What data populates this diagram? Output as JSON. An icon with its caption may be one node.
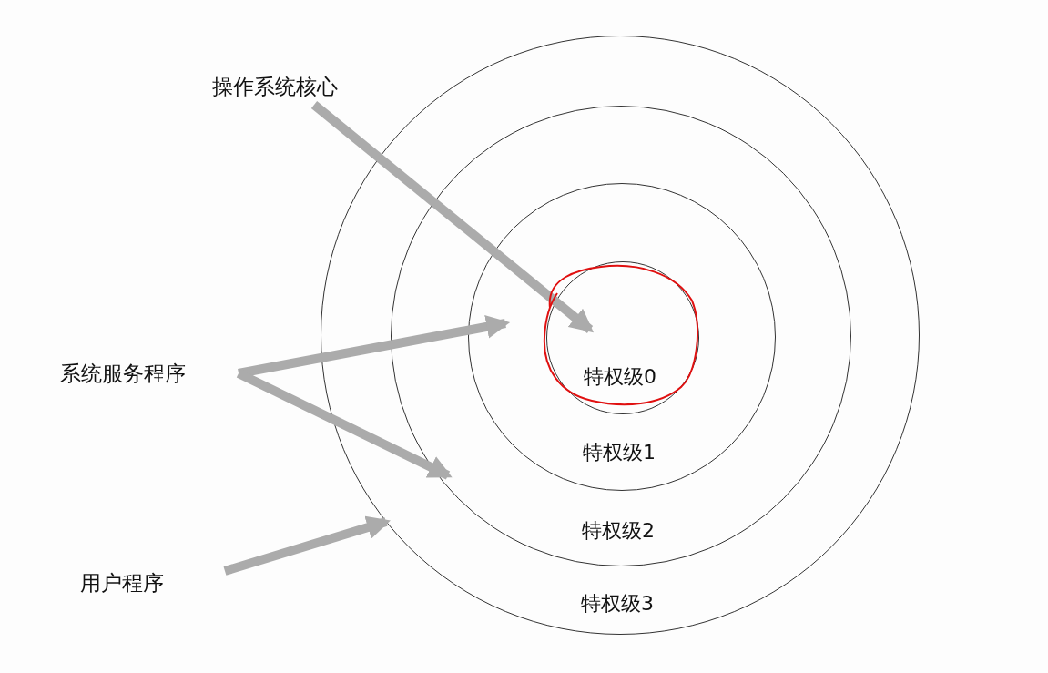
{
  "diagram": {
    "nodes": [
      {
        "text": [
          "操作系统核心"
        ]
      },
      {
        "text": [
          "特权级3"
        ]
      },
      {
        "text": [
          "特权级2"
        ],
        "in": 1
      },
      {
        "text": [
          "特权级1"
        ],
        "in": 2
      },
      {
        "text": [
          "特权级0"
        ],
        "in": 3
      },
      {
        "text": [
          "系统服务程序"
        ]
      },
      {
        "text": [
          "用户程序"
        ]
      }
    ],
    "edges": [
      {
        "from": 0,
        "to": 4,
        "arrow": "to"
      },
      {
        "from": 5,
        "to": 3,
        "arrow": "to"
      },
      {
        "from": 5,
        "to": 2,
        "arrow": "to"
      },
      {
        "from": 6,
        "to": 1,
        "arrow": "to"
      }
    ]
  }
}
